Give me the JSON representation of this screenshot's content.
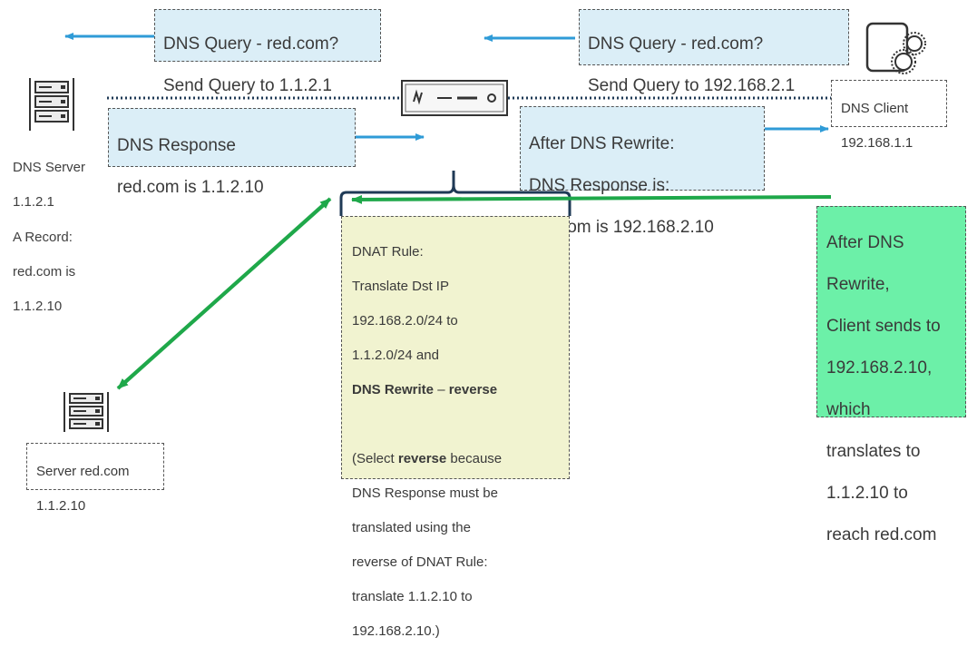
{
  "dns_query_left": {
    "line1": "DNS Query - red.com?",
    "line2": "Send Query to 1.1.2.1"
  },
  "dns_query_right": {
    "line1": "DNS Query - red.com?",
    "line2": "Send Query to 192.168.2.1"
  },
  "dns_client": {
    "line1": "DNS Client",
    "line2": "192.168.1.1"
  },
  "dns_response": {
    "line1": "DNS Response",
    "line2": "red.com is 1.1.2.10"
  },
  "after_rewrite_response": {
    "line1": "After DNS Rewrite:",
    "line2": "DNS Response is:",
    "line3": "red.com is 192.168.2.10"
  },
  "dns_server": {
    "line1": "DNS Server",
    "line2": "1.1.2.1",
    "record1": "A Record:",
    "record2": "red.com is",
    "record3": "1.1.2.10"
  },
  "dnat_rule": {
    "l1": "DNAT Rule:",
    "l2": "Translate Dst IP",
    "l3": "192.168.2.0/24 to",
    "l4": "1.1.2.0/24 and",
    "l5_bold": "DNS Rewrite",
    "l5_sep": " – ",
    "l5_bold2": "reverse",
    "l6_pre": "(Select ",
    "l6_bold": "reverse",
    "l6_post": " because",
    "l7": "DNS Response must be",
    "l8": "translated using the",
    "l9": "reverse of DNAT Rule:",
    "l10": "translate 1.1.2.10 to",
    "l11": "192.168.2.10.)"
  },
  "client_sends": {
    "l1": "After DNS",
    "l2": "Rewrite,",
    "l3": "Client sends to",
    "l4": "192.168.2.10,",
    "l5": "which",
    "l6": "translates to",
    "l7": "1.1.2.10 to",
    "l8": "reach red.com"
  },
  "server_red": {
    "line1": "Server red.com",
    "line2": "1.1.2.10"
  },
  "icons": [
    "dns-server-icon",
    "server-red-icon",
    "firewall-icon",
    "dns-client-gears-icon"
  ],
  "colors": {
    "box_blue": "#dbeef7",
    "box_yellow": "#f1f3d0",
    "box_green": "#6cf0a8",
    "arrow_blue": "#2f9bd7",
    "arrow_green": "#1fa84a",
    "bracket": "#1f3a56"
  }
}
